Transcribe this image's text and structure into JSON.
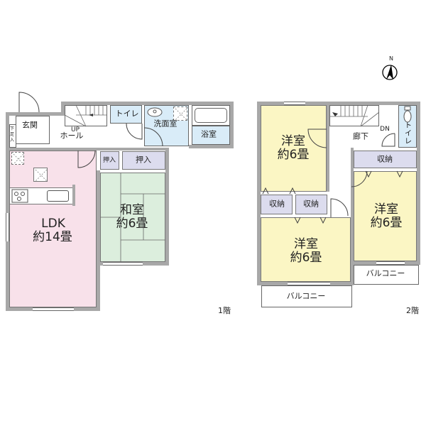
{
  "compass": {
    "label": "N"
  },
  "floor1": {
    "label": "1階",
    "rooms": {
      "genkan": "玄関",
      "geta": "下足入",
      "hall": "ホール",
      "up": "UP",
      "toilet": "トイレ",
      "washroom": "洗面室",
      "bath": "浴室",
      "ldk_name": "LDK",
      "ldk_size": "約14畳",
      "washitsu_name": "和室",
      "washitsu_size": "約6畳",
      "oshiire_small": "押入",
      "oshiire_large": "押入"
    },
    "colors": {
      "ldk": "#f8e1ea",
      "washitsu": "#dceedd",
      "wet": "#d9ecf8",
      "storage": "#dcdcee"
    }
  },
  "floor2": {
    "label": "2階",
    "rooms": {
      "western1_name": "洋室",
      "western1_size": "約6畳",
      "corridor": "廊下",
      "dn": "DN",
      "toilet": "トイレ",
      "storage_right": "収納",
      "storage_left1": "収納",
      "storage_left2": "収納",
      "western2_name": "洋室",
      "western2_size": "約6畳",
      "western3_name": "洋室",
      "western3_size": "約6畳",
      "balcony_right": "バルコニー",
      "balcony_bottom": "バルコニー"
    },
    "colors": {
      "western": "#fbf6c4",
      "toilet": "#d9ecf8",
      "storage": "#dcdcee"
    }
  }
}
